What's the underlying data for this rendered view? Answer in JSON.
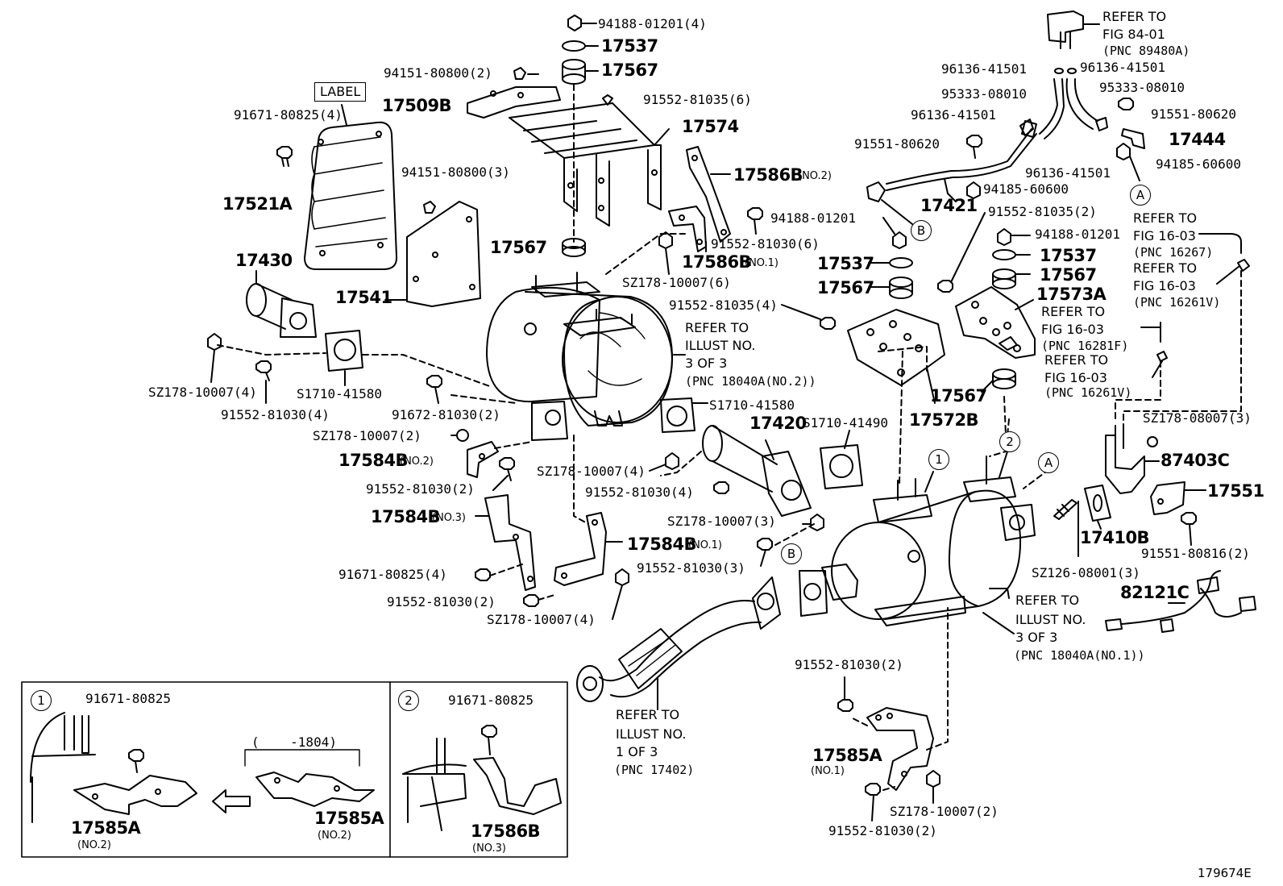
{
  "diagram_id": "179674E",
  "callouts": {
    "circle_1": "1",
    "circle_2": "2",
    "circle_a": "A",
    "circle_b": "B"
  },
  "box_label": "LABEL",
  "parts": {
    "p_94188_01201_4": "94188-01201(4)",
    "p_17537_top": "17537",
    "p_17567_top": "17567",
    "p_94151_80800_2": "94151-80800(2)",
    "p_17509b": "17509B",
    "p_91552_81035_6": "91552-81035(6)",
    "p_17574": "17574",
    "p_91671_80825_4_top": "91671-80825(4)",
    "p_17521a": "17521A",
    "p_94151_80800_3": "94151-80800(3)",
    "p_17586b": "17586B",
    "p_17586b_no2": "(NO.2)",
    "p_17567_mid": "17567",
    "p_91552_81030_6": "91552-81030(6)",
    "p_17586b_b": "17586B",
    "p_17586b_no1": "(NO.1)",
    "p_sz178_10007_6": "SZ178-10007(6)",
    "p_17430": "17430",
    "p_17541": "17541",
    "p_sz178_10007_4_left": "SZ178-10007(4)",
    "p_s1710_41580_left": "S1710-41580",
    "p_91552_81030_4_left": "91552-81030(4)",
    "p_91672_81030_2": "91672-81030(2)",
    "p_sz178_10007_2": "SZ178-10007(2)",
    "p_17584b_no2": "17584B",
    "p_17584b_no2_note": "(NO.2)",
    "p_91552_81030_2_a": "91552-81030(2)",
    "p_sz178_10007_4_mid": "SZ178-10007(4)",
    "p_91552_81030_4_mid": "91552-81030(4)",
    "p_17584b_no3": "17584B",
    "p_17584b_no3_note": "(NO.3)",
    "p_17584b_no1": "17584B",
    "p_17584b_no1_note": "(NO.1)",
    "p_91671_80825_4_low": "91671-80825(4)",
    "p_91552_81030_2_b": "91552-81030(2)",
    "p_sz178_10007_4_low": "SZ178-10007(4)",
    "p_s1710_41580_mid": "S1710-41580",
    "p_17420": "17420",
    "p_s1710_41490": "S1710-41490",
    "p_sz178_10007_3": "SZ178-10007(3)",
    "p_91552_81030_3": "91552-81030(3)",
    "p_94188_01201": "94188-01201",
    "p_91552_81035_4": "91552-81035(4)",
    "p_17537_mid": "17537",
    "p_17567_mid2": "17567",
    "p_17421": "17421",
    "p_94185_60600_a": "94185-60600",
    "p_91551_80620_a": "91551-80620",
    "p_96136_41501_a": "96136-41501",
    "p_96136_41501_b": "96136-41501",
    "p_96136_41501_c": "96136-41501",
    "p_96136_41501_d": "96136-41501",
    "p_95333_08010_a": "95333-08010",
    "p_95333_08010_b": "95333-08010",
    "p_91551_80620_b": "91551-80620",
    "p_17444": "17444",
    "p_94185_60600_b": "94185-60600",
    "p_91552_81035_2": "91552-81035(2)",
    "p_94188_01201_r": "94188-01201",
    "p_17537_r": "17537",
    "p_17567_r": "17567",
    "p_17573a": "17573A",
    "p_17572b": "17572B",
    "p_17567_r2": "17567",
    "p_sz178_08007_3": "SZ178-08007(3)",
    "p_87403c": "87403C",
    "p_17551": "17551",
    "p_17410b": "17410B",
    "p_sz126_08001_3": "SZ126-08001(3)",
    "p_91551_80816_2": "91551-80816(2)",
    "p_82121c": "82121C",
    "p_91552_81030_2_c": "91552-81030(2)",
    "p_17585a_no1": "17585A",
    "p_17585a_no1_note": "(NO.1)",
    "p_sz178_10007_2_b": "SZ178-10007(2)",
    "p_91552_81030_2_d": "91552-81030(2)"
  },
  "refs": {
    "ref_fig84_line1": "REFER TO",
    "ref_fig84_line2": "FIG 84-01",
    "ref_fig84_line3": "(PNC 89480A)",
    "ref_1603a_l1": "REFER TO",
    "ref_1603a_l2": "FIG 16-03",
    "ref_1603a_l3": "(PNC 16267)",
    "ref_1603b_l1": "REFER TO",
    "ref_1603b_l2": "FIG 16-03",
    "ref_1603b_l3": "(PNC 16261V)",
    "ref_1603c_l1": "REFER TO",
    "ref_1603c_l2": "FIG 16-03",
    "ref_1603c_l3": "(PNC 16281F)",
    "ref_1603d_l1": "REFER TO",
    "ref_1603d_l2": "FIG 16-03",
    "ref_1603d_l3": "(PNC 16261V)",
    "ref_ill2_l1": "REFER TO",
    "ref_ill2_l2": "ILLUST NO.",
    "ref_ill2_l3": "3 OF 3",
    "ref_ill2_l4": "(PNC 18040A(NO.2))",
    "ref_ill1_l1": "REFER TO",
    "ref_ill1_l2": "ILLUST NO.",
    "ref_ill1_l3": "3 OF 3",
    "ref_ill1_l4": "(PNC 18040A(NO.1))",
    "ref_ill13_l1": "REFER TO",
    "ref_ill13_l2": "ILLUST NO.",
    "ref_ill13_l3": "1 OF 3",
    "ref_ill13_l4": "(PNC 17402)"
  },
  "inset": {
    "circle_1": "1",
    "circle_2": "2",
    "i1_part": "91671-80825",
    "i1_range": "(    -1804)",
    "i1_17585a_left": "17585A",
    "i1_17585a_left_note": "(NO.2)",
    "i1_17585a_right": "17585A",
    "i1_17585a_right_note": "(NO.2)",
    "i2_part": "91671-80825",
    "i2_17586b": "17586B",
    "i2_17586b_note": "(NO.3)"
  }
}
